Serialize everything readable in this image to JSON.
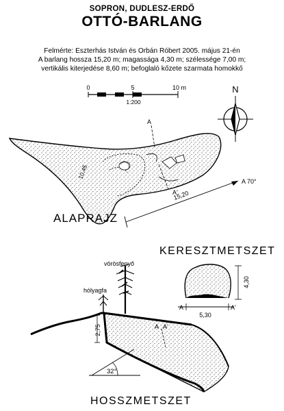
{
  "header": {
    "location": "SOPRON, DUDLESZ-ERDŐ",
    "title": "OTTÓ-BARLANG"
  },
  "info": {
    "line1": "Felmérte: Eszterhás István és Orbán Róbert 2005. május 21-én",
    "line2": "A barlang hossza 15,20 m; magassága 4,30 m; szélessége 7,00 m;",
    "line3": "vertikális kiterjedése 8,60 m; befoglaló kőzete szarmata homokkő"
  },
  "scale": {
    "t0": "0",
    "t5": "5",
    "t10": "10 m",
    "ratio": "1:200"
  },
  "compass": {
    "north": "N"
  },
  "plan": {
    "label": "ALAPRAJZ",
    "section_a": "A",
    "section_a_prime": "A'",
    "bearing": "A 70°",
    "length": "15,20",
    "width": "10,45"
  },
  "cross_section": {
    "label": "KERESZTMETSZET",
    "height": "4,30",
    "width": "5,30",
    "left": "A",
    "right": "A'"
  },
  "long_section": {
    "label": "HOSSZMETSZET",
    "tree1": "vörösfenyő",
    "tree2": "hólyagfa",
    "entrance_height": "2,75",
    "section_a": "A",
    "section_a_prime": "A'",
    "angle": "32°"
  }
}
